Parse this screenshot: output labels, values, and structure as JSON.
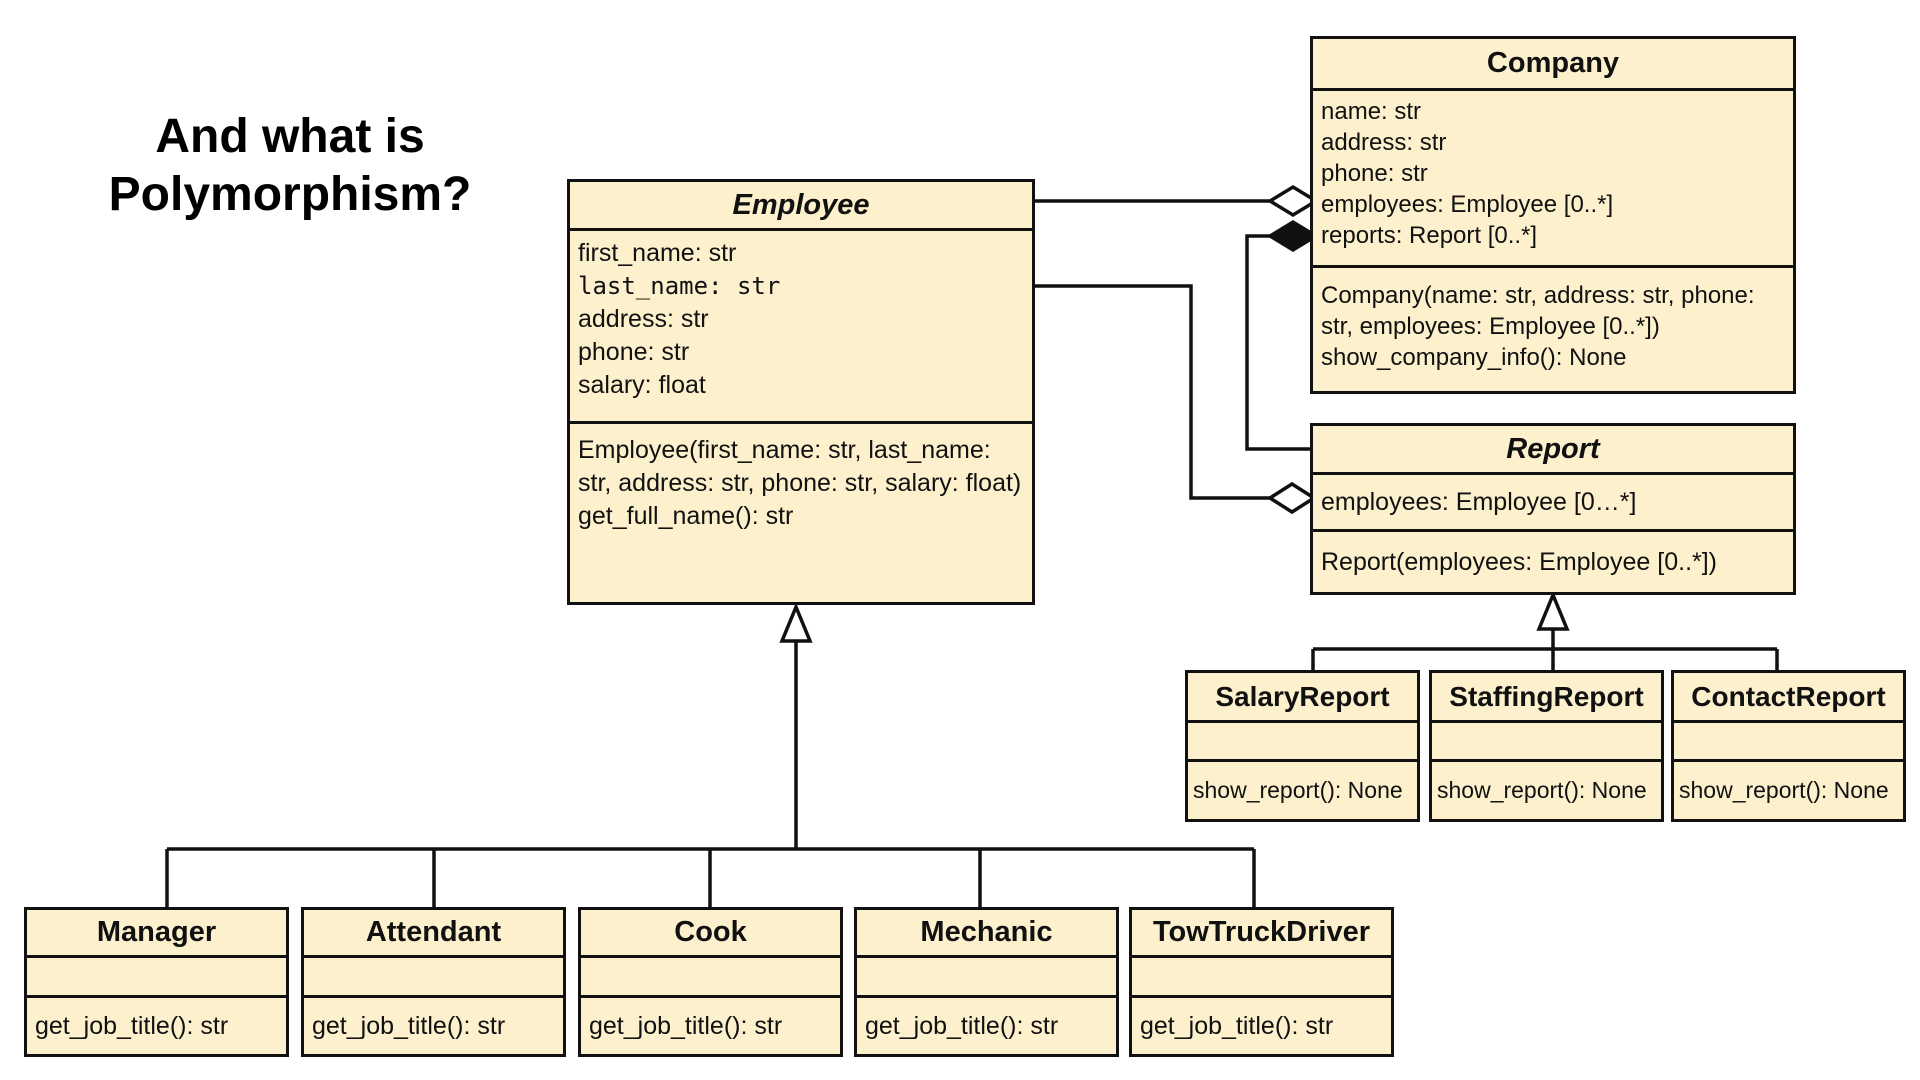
{
  "heading": {
    "line1": "And what is",
    "line2": "Polymorphism?"
  },
  "classes": {
    "employee": {
      "name": "Employee",
      "attributes": [
        "first_name: str",
        "last_name: str",
        "address: str",
        "phone: str",
        "salary: float"
      ],
      "operations": [
        "Employee(first_name: str, last_name: str, address: str, phone: str, salary: float)",
        "get_full_name(): str"
      ]
    },
    "company": {
      "name": "Company",
      "attributes": [
        "name: str",
        "address: str",
        "phone: str",
        "employees: Employee [0..*]",
        "reports: Report [0..*]"
      ],
      "operations": [
        "Company(name: str, address: str, phone: str, employees: Employee [0..*])",
        "show_company_info(): None"
      ]
    },
    "report": {
      "name": "Report",
      "attributes": [
        "employees: Employee [0…*]"
      ],
      "operations": [
        "Report(employees: Employee [0..*])"
      ]
    },
    "salary_report": {
      "name": "SalaryReport",
      "operations": [
        "show_report(): None"
      ]
    },
    "staffing_report": {
      "name": "StaffingReport",
      "operations": [
        "show_report(): None"
      ]
    },
    "contact_report": {
      "name": "ContactReport",
      "operations": [
        "show_report(): None"
      ]
    },
    "manager": {
      "name": "Manager",
      "operations": [
        "get_job_title(): str"
      ]
    },
    "attendant": {
      "name": "Attendant",
      "operations": [
        "get_job_title(): str"
      ]
    },
    "cook": {
      "name": "Cook",
      "operations": [
        "get_job_title(): str"
      ]
    },
    "mechanic": {
      "name": "Mechanic",
      "operations": [
        "get_job_title(): str"
      ]
    },
    "tow_truck_driver": {
      "name": "TowTruckDriver",
      "operations": [
        "get_job_title(): str"
      ]
    }
  },
  "relationships": [
    {
      "type": "aggregation",
      "whole": "Company",
      "part": "Employee"
    },
    {
      "type": "composition",
      "whole": "Company",
      "part": "Report"
    },
    {
      "type": "aggregation",
      "whole": "Report",
      "part": "Employee"
    },
    {
      "type": "generalization",
      "parent": "Employee",
      "children": [
        "Manager",
        "Attendant",
        "Cook",
        "Mechanic",
        "TowTruckDriver"
      ]
    },
    {
      "type": "generalization",
      "parent": "Report",
      "children": [
        "SalaryReport",
        "StaffingReport",
        "ContactReport"
      ]
    }
  ],
  "colors": {
    "class_fill": "#fdf0cd",
    "stroke": "#111111"
  }
}
